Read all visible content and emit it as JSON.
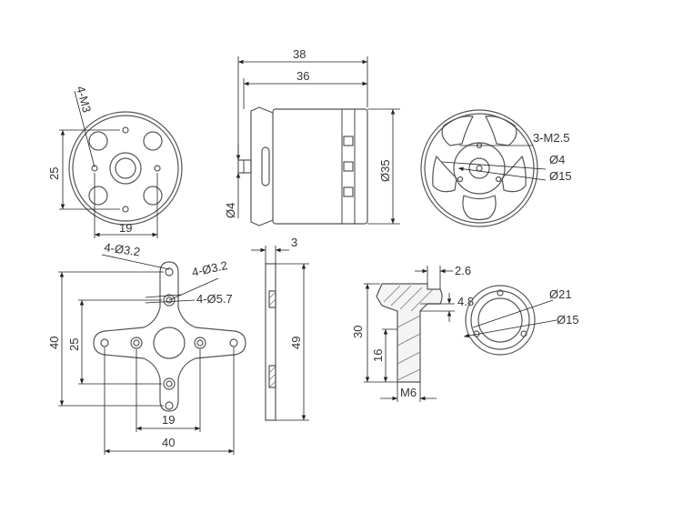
{
  "colors": {
    "line": "#555555",
    "dimension": "#222222",
    "text": "#333333",
    "background": "#ffffff"
  },
  "views": {
    "front": {
      "tap_label": "4-M3",
      "height": "25",
      "width": "19"
    },
    "side": {
      "overall_length": "38",
      "body_length": "36",
      "diameter": "Ø35",
      "shaft": "Ø4"
    },
    "rear": {
      "screw": "3-M2.5",
      "shaft": "Ø4",
      "bolt_circle": "Ø15"
    },
    "mount": {
      "hole_outer": "4-Ø3.2",
      "hole_inner": "4-Ø3.2",
      "counterbore": "4-Ø5.7",
      "height_outer": "40",
      "height_inner": "25",
      "width_inner": "19",
      "width_outer": "40"
    },
    "mount_side": {
      "thickness": "3",
      "height": "49"
    },
    "adapter": {
      "flange": "2.6",
      "step": "4.8",
      "height": "30",
      "shank": "16",
      "thread": "M6"
    },
    "adapter_end": {
      "outer": "Ø21",
      "bolt_circle": "Ø15"
    }
  }
}
